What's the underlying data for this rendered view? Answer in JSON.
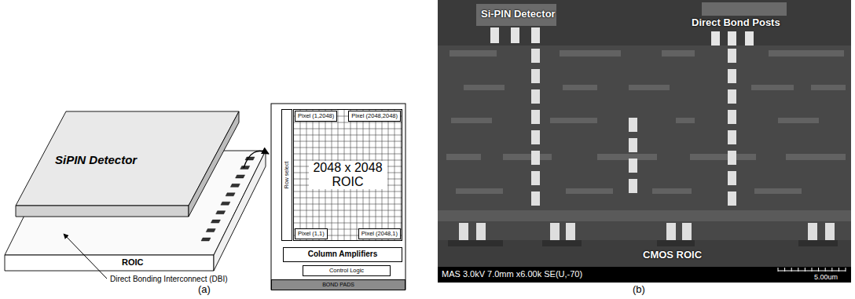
{
  "diagram": {
    "nodes": [
      {
        "text": [
          "SiPIN Detector"
        ]
      },
      {
        "text": [
          "ROIC"
        ]
      },
      {
        "text": [
          "2048 x 2048 ROIC"
        ]
      },
      {
        "text": [
          "Pixel (1,2048)"
        ],
        "in": 2
      },
      {
        "text": [
          "Pixel (2048,2048)"
        ],
        "in": 2
      },
      {
        "text": [
          "Pixel (1,1)"
        ],
        "in": 2
      },
      {
        "text": [
          "Pixel (2048,1)"
        ],
        "in": 2
      },
      {
        "text": [
          "Row select"
        ]
      },
      {
        "text": [
          "Column Amplifiers"
        ]
      },
      {
        "text": [
          "Control Logic"
        ]
      },
      {
        "text": [
          "BOND PADS"
        ]
      }
    ],
    "labels": [
      "Direct Bonding Interconnect (DBI)",
      "(a)",
      "Si-PIN Detector",
      "Direct Bond Posts",
      "CMOS ROIC",
      "MAS 3.0kV 7.0mm x6.00k SE(U,-70)",
      "5.00um",
      "(b)"
    ]
  }
}
